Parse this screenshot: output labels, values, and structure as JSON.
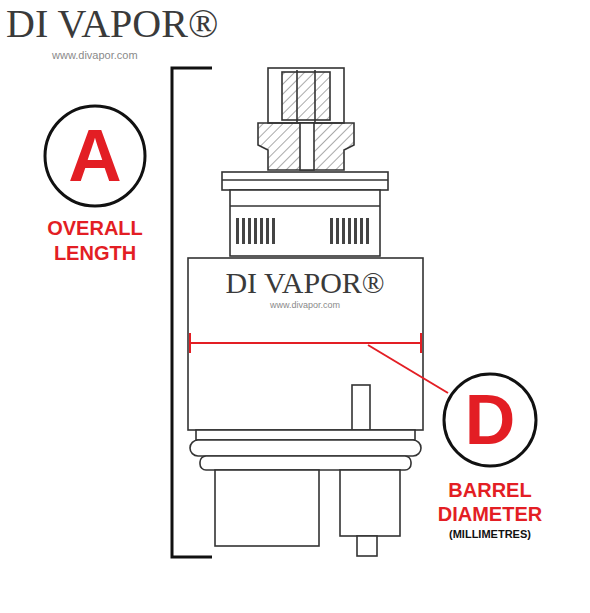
{
  "diagram": {
    "nodes": [
      {
        "text": [
          "A",
          "OVERALL LENGTH"
        ]
      },
      {
        "text": [
          "D",
          "BARREL DIAMETER",
          "(MILLIMETRES)"
        ]
      }
    ],
    "labels": [
      "DI VAPOR®",
      "www.divapor.com",
      "DI VAPOR®",
      "www.divapor.com"
    ]
  }
}
